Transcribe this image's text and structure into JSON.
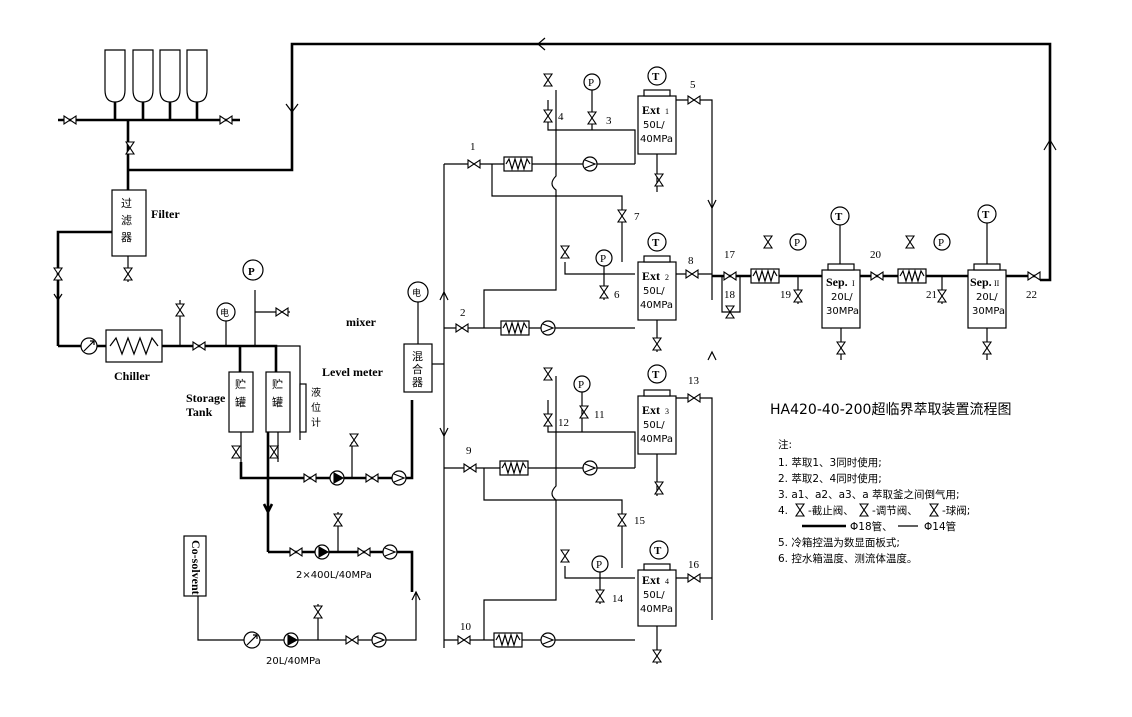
{
  "title": "HA420-40-200超临界萃取装置流程图",
  "labels": {
    "filter_en": "Filter",
    "filter_cn": [
      "过",
      "滤",
      "器"
    ],
    "chiller": "Chiller",
    "storage_tank": [
      "Storage",
      "Tank"
    ],
    "tank_cn": [
      "贮",
      "罐"
    ],
    "level_meter": "Level meter",
    "level_cn": [
      "液",
      "位",
      "计"
    ],
    "mixer": "mixer",
    "mixer_cn": [
      "混",
      "合",
      "器"
    ],
    "heater_cn": "电",
    "co_solvent": "Co-solvent",
    "pump_main": "2×400L/40MPa",
    "pump_cosolvent": "20L/40MPa",
    "gauge_p": "P",
    "gauge_t": "T"
  },
  "vessels": [
    {
      "id": "ext1",
      "name": "Ext",
      "sub": "1",
      "cap": "50L/",
      "press": "40MPa"
    },
    {
      "id": "ext2",
      "name": "Ext",
      "sub": "2",
      "cap": "50L/",
      "press": "40MPa"
    },
    {
      "id": "ext3",
      "name": "Ext",
      "sub": "3",
      "cap": "50L/",
      "press": "40MPa"
    },
    {
      "id": "ext4",
      "name": "Ext",
      "sub": "4",
      "cap": "50L/",
      "press": "40MPa"
    },
    {
      "id": "sep1",
      "name": "Sep.",
      "sub": "I",
      "cap": "20L/",
      "press": "30MPa"
    },
    {
      "id": "sep2",
      "name": "Sep.",
      "sub": "II",
      "cap": "20L/",
      "press": "30MPa"
    }
  ],
  "valve_numbers": [
    "1",
    "2",
    "3",
    "4",
    "5",
    "6",
    "7",
    "8",
    "9",
    "10",
    "11",
    "12",
    "13",
    "14",
    "15",
    "16",
    "17",
    "18",
    "19",
    "20",
    "21",
    "22"
  ],
  "notes": {
    "heading": "注:",
    "items": [
      "1. 萃取1、3同时使用;",
      "2. 萃取2、4同时使用;",
      "3. a1、a2、a3、a 萃取釜之间倒气用;",
      "4.",
      "-截止阀、",
      "-调节阀、",
      "-球阀;",
      "Φ18管、",
      "Φ14管",
      "5. 冷箱控温为数显面板式;",
      "6. 控水箱温度、测流体温度。"
    ]
  }
}
